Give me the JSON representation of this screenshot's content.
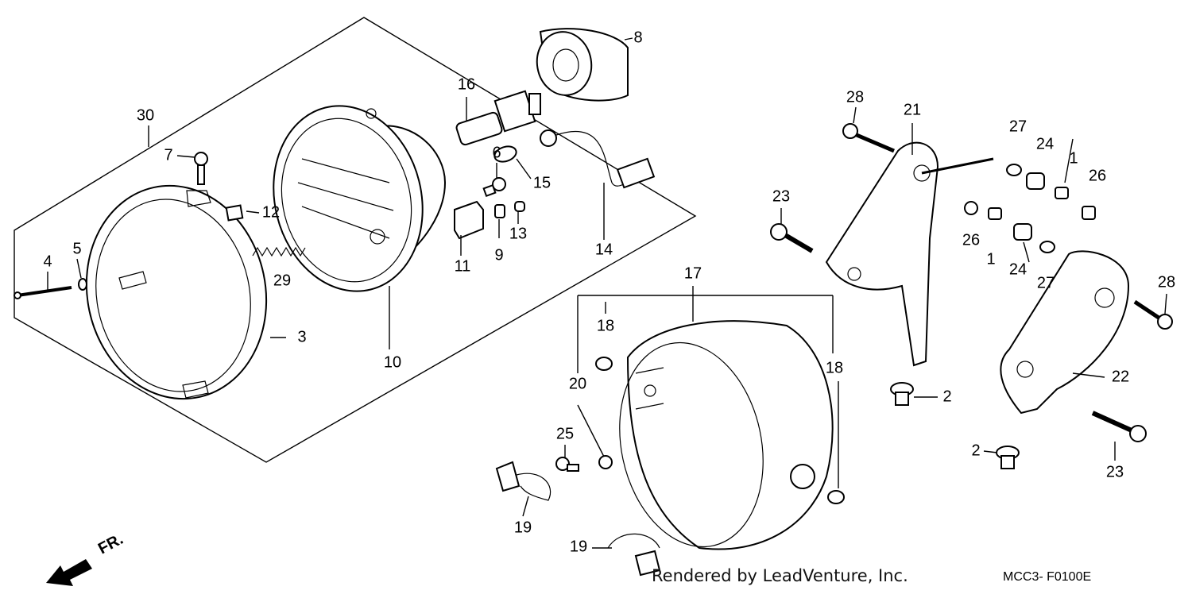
{
  "diagram": {
    "callouts": [
      "1",
      "1",
      "2",
      "2",
      "3",
      "4",
      "5",
      "6",
      "7",
      "8",
      "9",
      "10",
      "11",
      "12",
      "13",
      "14",
      "15",
      "16",
      "17",
      "18",
      "18",
      "19",
      "19",
      "20",
      "21",
      "22",
      "23",
      "23",
      "24",
      "24",
      "25",
      "26",
      "26",
      "27",
      "27",
      "28",
      "28",
      "29",
      "30"
    ],
    "direction_marker": "FR.",
    "credit": "Rendered by LeadVenture, Inc.",
    "figure_code": "MCC3- F0100E"
  }
}
